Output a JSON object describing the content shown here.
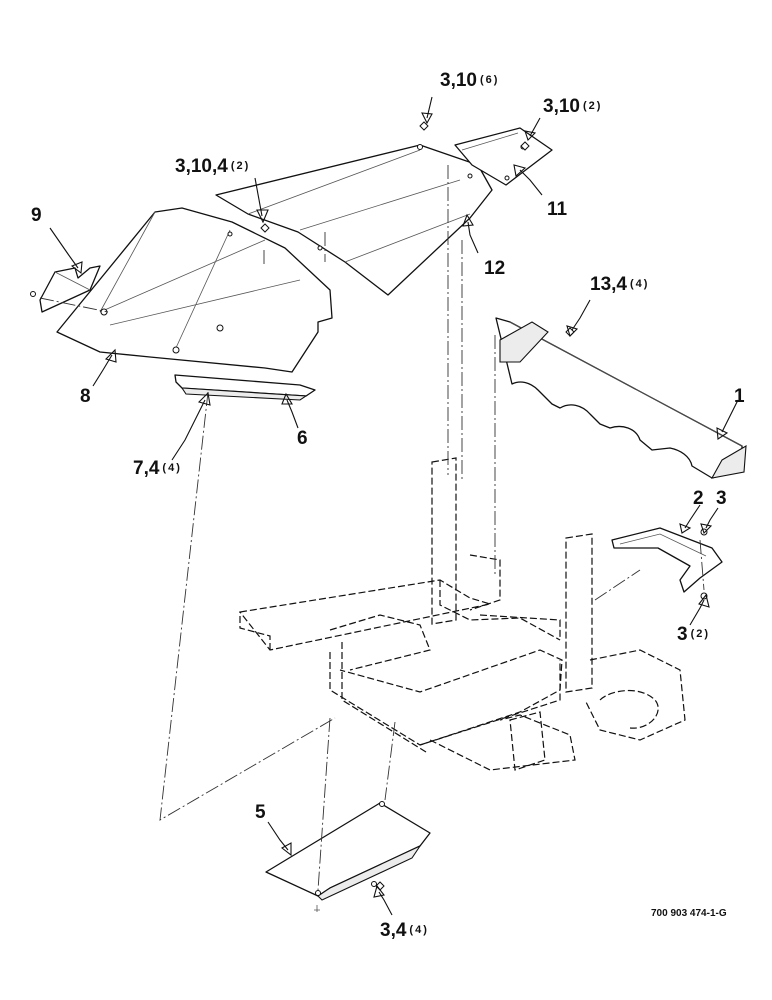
{
  "diagram": {
    "drawing_number": "700 903 474-1-G",
    "callouts": [
      {
        "id": "c1",
        "label": "1",
        "qty": ""
      },
      {
        "id": "c2",
        "label": "2",
        "qty": ""
      },
      {
        "id": "c3",
        "label": "3",
        "qty": ""
      },
      {
        "id": "c3b",
        "label": "3",
        "qty": "(2)"
      },
      {
        "id": "c34",
        "label": "3,4",
        "qty": "(4)"
      },
      {
        "id": "c5",
        "label": "5",
        "qty": ""
      },
      {
        "id": "c6",
        "label": "6",
        "qty": ""
      },
      {
        "id": "c74",
        "label": "7,4",
        "qty": "(4)"
      },
      {
        "id": "c8",
        "label": "8",
        "qty": ""
      },
      {
        "id": "c9",
        "label": "9",
        "qty": ""
      },
      {
        "id": "c3104",
        "label": "3,10,4",
        "qty": "(2)"
      },
      {
        "id": "c310a",
        "label": "3,10",
        "qty": "(6)"
      },
      {
        "id": "c310b",
        "label": "3,10",
        "qty": "(2)"
      },
      {
        "id": "c11",
        "label": "11",
        "qty": ""
      },
      {
        "id": "c12",
        "label": "12",
        "qty": ""
      },
      {
        "id": "c134",
        "label": "13,4",
        "qty": "(4)"
      }
    ]
  }
}
